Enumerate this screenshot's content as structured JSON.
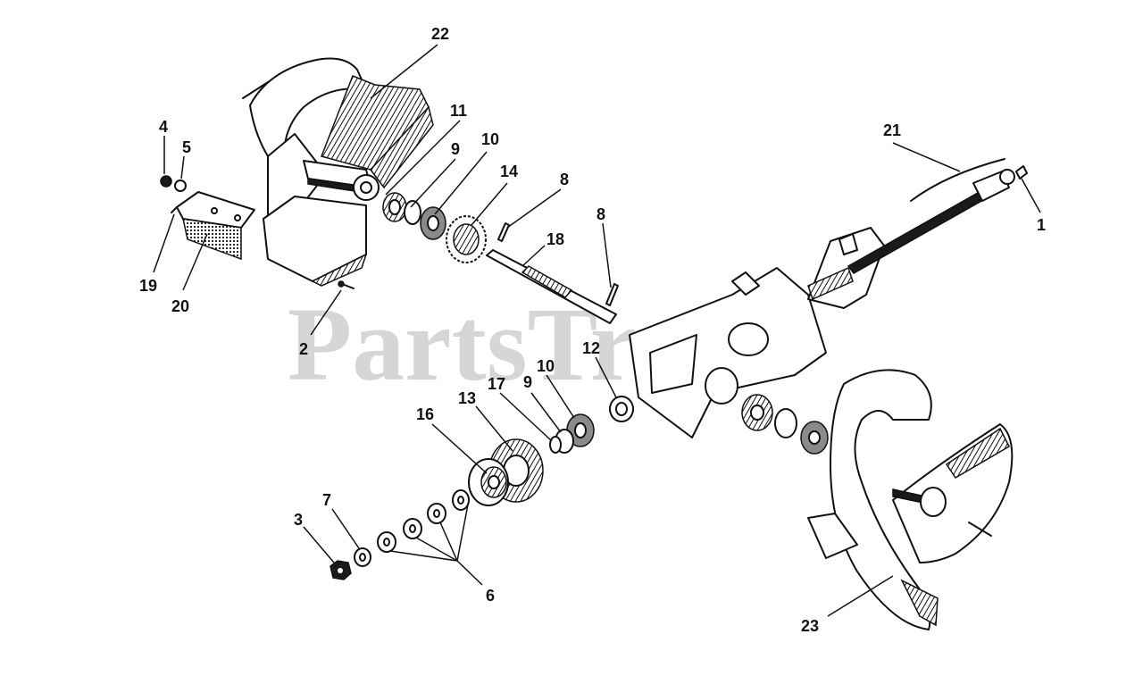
{
  "watermark": "PartsTree",
  "callouts": {
    "c1": "1",
    "c2": "2",
    "c3": "3",
    "c4": "4",
    "c5": "5",
    "c6": "6",
    "c7": "7",
    "c8a": "8",
    "c8b": "8",
    "c9a": "9",
    "c9b": "9",
    "c10a": "10",
    "c10b": "10",
    "c11": "11",
    "c12": "12",
    "c13": "13",
    "c14": "14",
    "c16": "16",
    "c17": "17",
    "c18": "18",
    "c19": "19",
    "c20": "20",
    "c21": "21",
    "c22": "22",
    "c23": "23"
  },
  "colors": {
    "ink": "#111111",
    "watermark": "#c9c9c9",
    "background": "#ffffff"
  }
}
